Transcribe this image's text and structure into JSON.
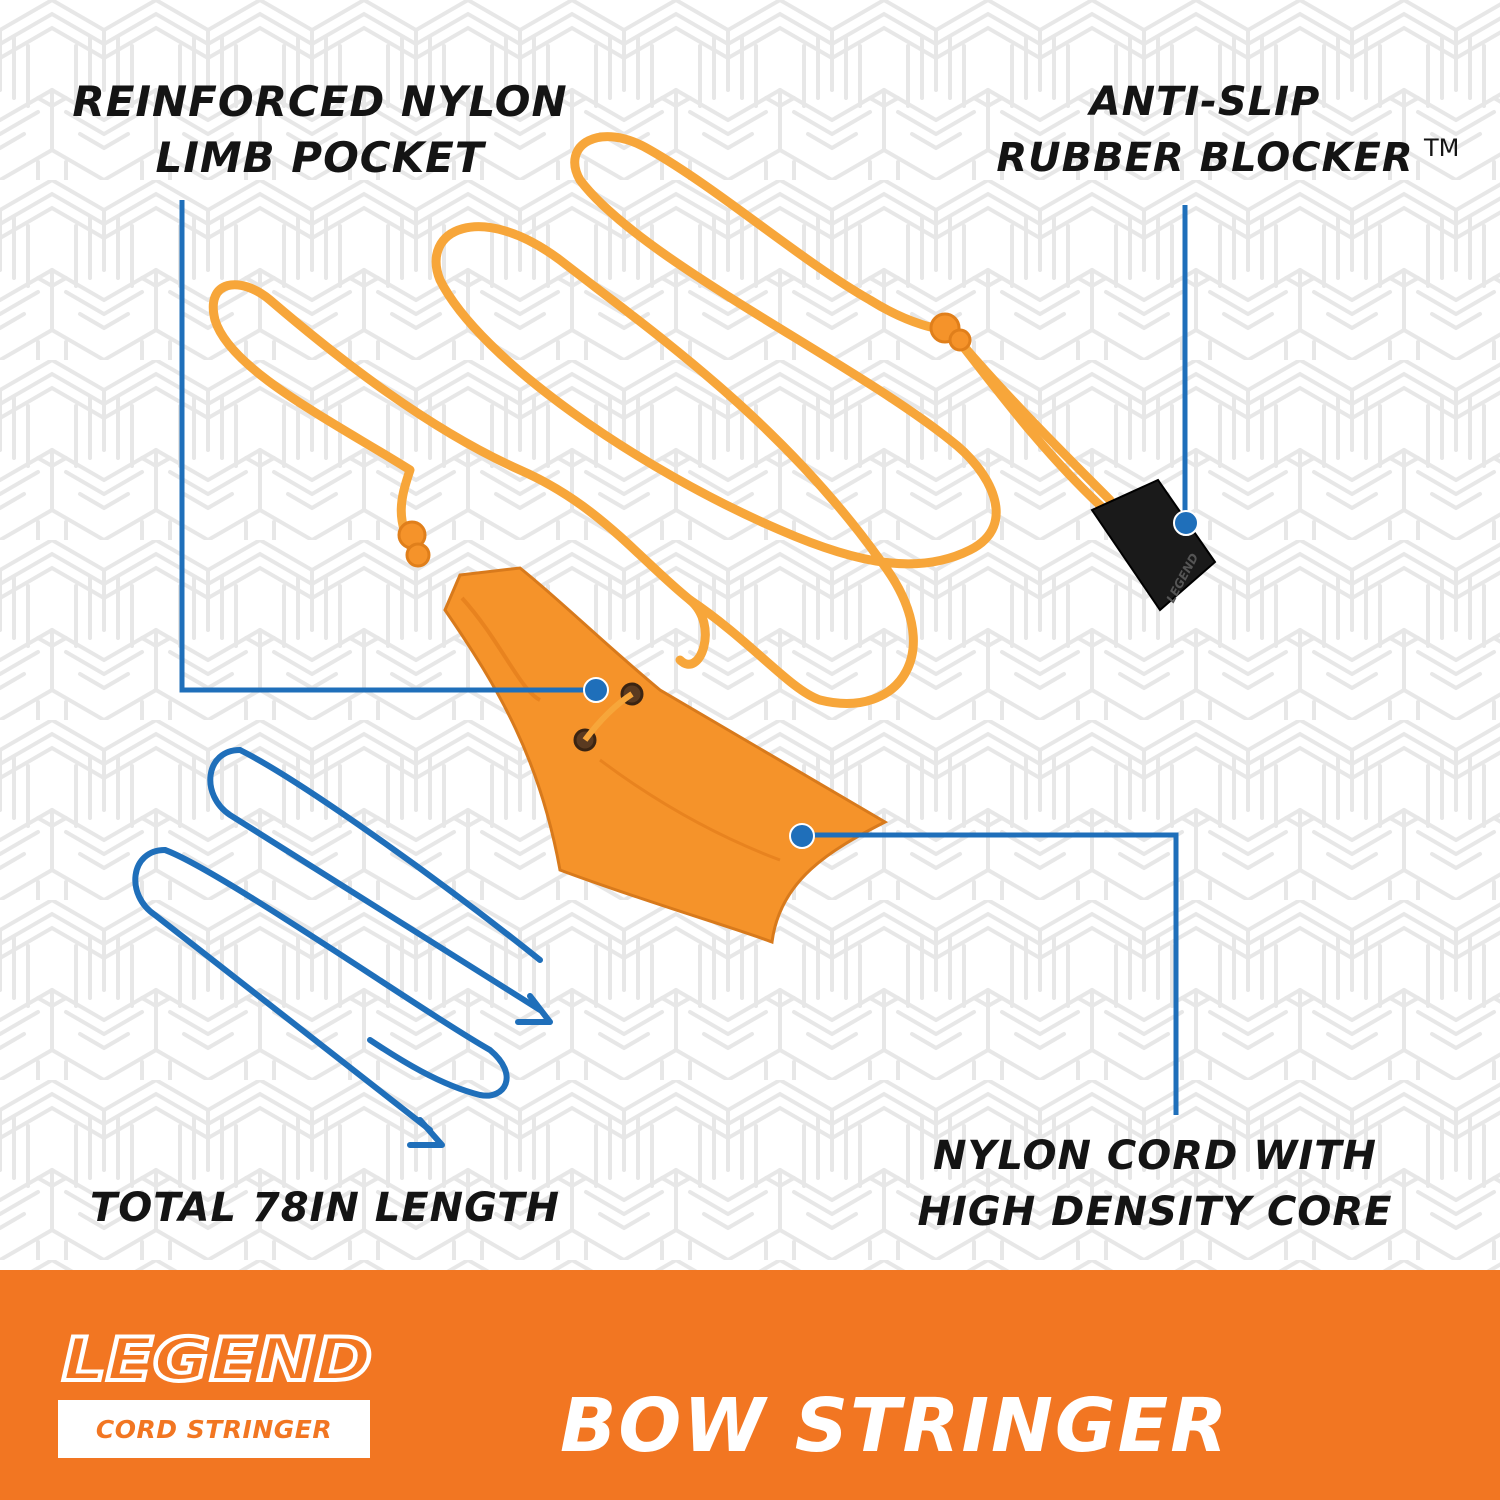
{
  "colors": {
    "accent_orange": "#f27622",
    "callout_blue": "#1f6fba",
    "cord_orange": "#f7a63a",
    "pocket_orange": "#f5932a",
    "text_dark": "#141414",
    "pattern_gray": "#e7e7e7"
  },
  "callouts": {
    "pocket": {
      "line1": "REINFORCED NYLON",
      "line2": "LIMB POCKET"
    },
    "blocker": {
      "line1": "ANTI-SLIP",
      "line2": "RUBBER BLOCKER",
      "trademark": "TM"
    },
    "length": {
      "text": "TOTAL 78in LENGTH"
    },
    "cord": {
      "line1": "NYLON CORD WITH",
      "line2": "HIGH DENSITY CORE"
    }
  },
  "illustration": {
    "blocker_brand": "LEGEND",
    "icons": [
      "cord-stringer-illustration",
      "length-loop-icon",
      "callout-dot-icon"
    ]
  },
  "footer": {
    "brand_name": "LEGEND",
    "brand_subtitle": "CORD STRINGER",
    "product_title": "BOW STRINGER"
  }
}
